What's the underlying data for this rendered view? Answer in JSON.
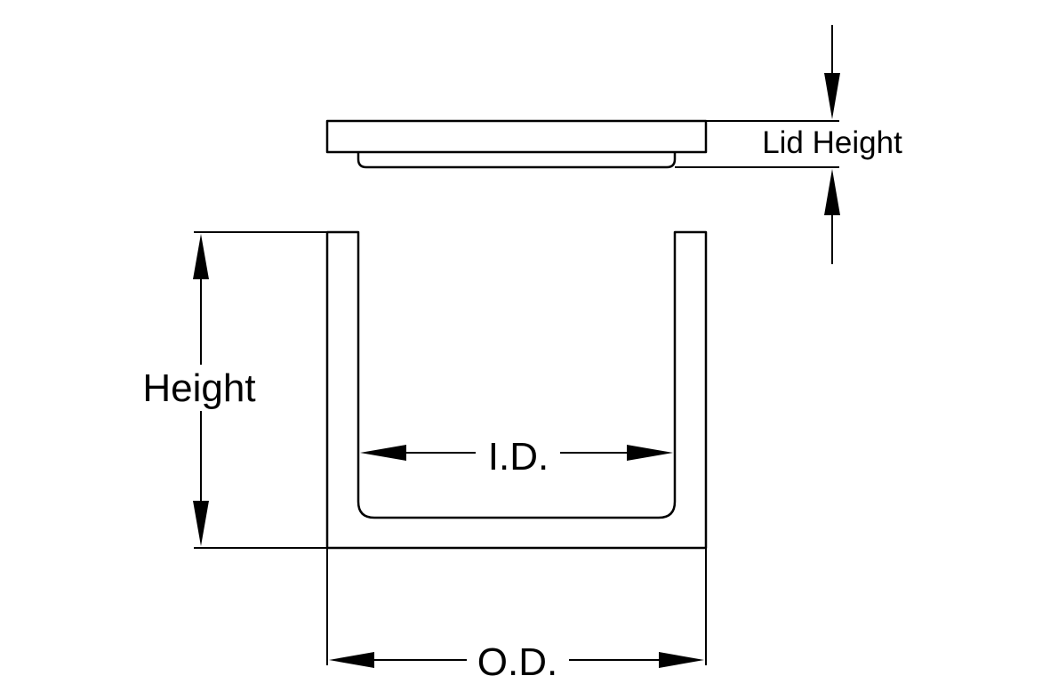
{
  "labels": {
    "lid_height": "Lid Height",
    "height": "Height",
    "inner_diameter": "I.D.",
    "outer_diameter": "O.D."
  },
  "colors": {
    "stroke": "#000000",
    "background": "#ffffff"
  }
}
